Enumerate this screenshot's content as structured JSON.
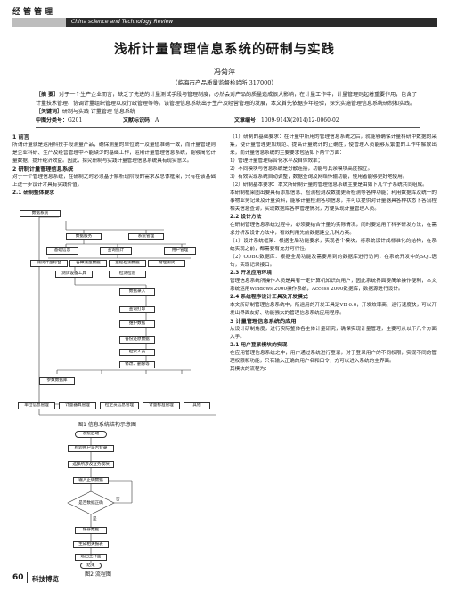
{
  "header": {
    "column": "经管管理",
    "journal_en": "China science and Technology Review"
  },
  "title": "浅析计量管理信息系统的研制与实践",
  "author": "冯菊萍",
  "affiliation": "（临海市产品质量监督检验所  317000）",
  "abstract": {
    "label": "［摘   要］",
    "text": "对于一个生产企业而言，缺乏了先进的计量测试手段与管理制度，必然会对产品的质量造成很大影响，在计量工作中，计量管理则起着重要作用，包含了计量技术管理、协调计量组织管理以及行政管理等等。该管理信息系统出于生产及经营管理的发展，本文首先依据多年经验，探究实施管理信息系统研制和实践。"
  },
  "keywords": {
    "label": "［关键词］",
    "text": "研制与实践   计量管理   信息系统"
  },
  "clc": {
    "label": "中图分类号：",
    "value": "G201"
  },
  "doc_code": {
    "label": "文献标识码：",
    "value": "A"
  },
  "article_no": {
    "label": "文章编号：",
    "value": "1009-914X(2014)12-0060-02"
  },
  "left": {
    "s1_title": "1  前言",
    "s1_text": "    所谓计量就是运用科技手段测量产品，确保测量的单位统一及量值准确一致，而计量管理则是企业科研、生产及经营管理中不能缺少的基础工作，运用计量管理信息系统，能够简化计量数据，提升经济效益。因此，探究研制与实践计量管理信息系统具有现实意义。",
    "s2_title": "2  研制计量管理信息系统",
    "s2_text": "    对于一个管理信息系统，在研制之时必须基于解析现阶段的需求及总体框架，只有在该基础上进一步设计才具有实践价值。",
    "s21_title": "2.1  研制整体要求",
    "fig1_caption": "图1   信息系统结构示意图",
    "fig2_caption": "图2 流程图"
  },
  "fig1": {
    "root": "数据系统",
    "l2a": "数据服务",
    "l2b": "系统管理",
    "l3a": "基础信息",
    "l3b": "查询统计",
    "l3c": "用户管理",
    "l4a": "测试计量综合",
    "l4b": "各种测量数据",
    "l4c": "量程检测数据",
    "l4d": "物理测试",
    "l4e": "测试设备工具",
    "l4f": "检测检验",
    "l5a": "数据录入",
    "l5b": "查询打印",
    "l5c": "维护数据",
    "l5d": "备份还原数据",
    "l6a": "检索人员",
    "l6b": "修改、删除等",
    "l7a": "参数数据库",
    "b1": "单位信息管理",
    "b2": "计量器具管理",
    "b3": "检定员信息管理",
    "b4": "计量标准管理",
    "b5": "其他"
  },
  "fig2": {
    "start": "系统启动",
    "s1": "检验用户是否登录",
    "s2": "选择所涉及业务模块",
    "s3": "输入正确数据",
    "d1": "是否数据正确",
    "s4": "保存数据",
    "s5": "生成相关报表",
    "s6": "返回主界面",
    "end": "结束",
    "yes": "是",
    "no": "否"
  },
  "right": {
    "p1": "（1）研制的基础要求：在计量中所用的管理信息系统之后，就能够确保计量科研中数据的采集，使计量管理更加规范、提高计量统计的正确性，使管理人员能够从繁重的工作中解放出来，而计量信息系统的主要要求包括如下两个方面：",
    "p2": "1）管理计量管理综合化水平及自体效率；",
    "p3": "2）不同模块与信息系统是分散连接，功能与其余模块高度独立。",
    "p4": "3）有效实现系统自动调整，数据查询及网络传输功能，使用者能够更好地使用。",
    "p5": "（2）研制基本要求：本文所研制计量的管理信息系统主要是由如下几个子系统共同组成。",
    "p6": "    本研制框架图出要具有添加信息、检测检测及数据更新检测等各种功能；利用数据库及统一的事物业务记录及计量资料，能够计量检测各项信息，并可以提供对计量器具各种状态下各流程相关信息查询，实现数据库各种管理情况，方便实现计量管理人员。",
    "p7": "2.2  设计方法",
    "p8": "    在研制管理信息系统过程中，必须要结合计量的实际情况，同时要运用了科学研发方法，在需求分析及设计方法中，有效利用先前数据建立几种方案。",
    "p9": "    （1）设计系统框架：根据全局功能要求，实现各个模块，将系统设计成标准化的结构，在系统实现之前，都需要有充分可行性。",
    "p10": "    （2）ODBC数据库：根据全局功能及需要用到的数据库进行访问，在系统开发中的SQL语句，实现记录接口。",
    "p11": "2.3  开发应用环境",
    "p12": "    管理信息系统所操作人员是具有一定计算机知识的用户，因此系统界面要简单操作便利，本文系统运用Windows 2000操作系统，Access 2000数据库，数据源进行设计。",
    "p13": "2.4  系统程序设计工具及开发模式",
    "p14": "    本文所研制管理信息系统中，所运用的开发工具是VB 6.0，开发效率高，运行速度快，可以开发出界面友好、功能强大的管理信息系统应用程序。",
    "p15": "3  计量管理信息系统的应用",
    "p16": "    从设计研制角度，进行实际整体各主体计量研究，确保实现计量管理，主要可从以下几个方面入手。",
    "p17": "3.1  用户登录模块的实现",
    "p18": "    在应用管理信息系统之中，用户通过系统进行登录，对于登录用户的不同权限，实现不同的管理权限和功能，只有输入正确的用户名和口令，方可以进入系统的主界面。",
    "p19": "    其模块的流程为："
  },
  "footer": {
    "page": "60",
    "journal": "科技博览"
  }
}
